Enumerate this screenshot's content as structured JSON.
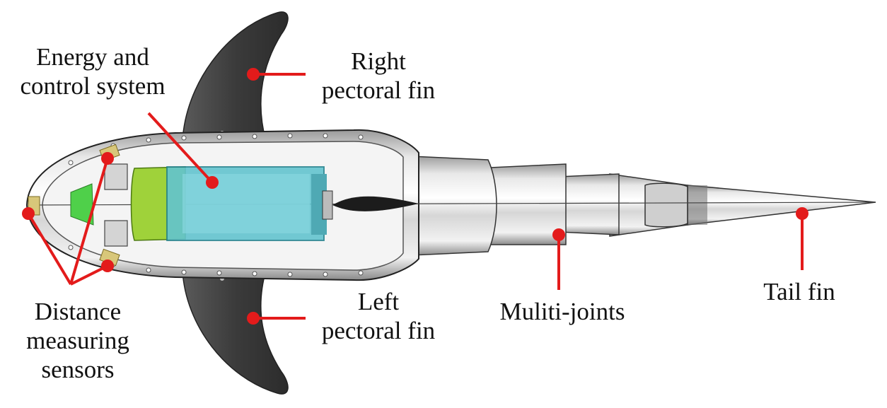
{
  "colors": {
    "annotation": "#e31b1b",
    "fin": "#3f3f3f",
    "hull_outline": "#222222",
    "battery": "#63c4cf",
    "board": "#9fd23a"
  },
  "labels": {
    "energy_control": [
      "Energy and",
      "control system"
    ],
    "right_fin": [
      "Right",
      "pectoral fin"
    ],
    "left_fin": [
      "Left",
      "pectoral fin"
    ],
    "sensors": [
      "Distance",
      "measuring",
      "sensors"
    ],
    "joints": [
      "Muliti-joints"
    ],
    "tail": [
      "Tail fin"
    ]
  }
}
